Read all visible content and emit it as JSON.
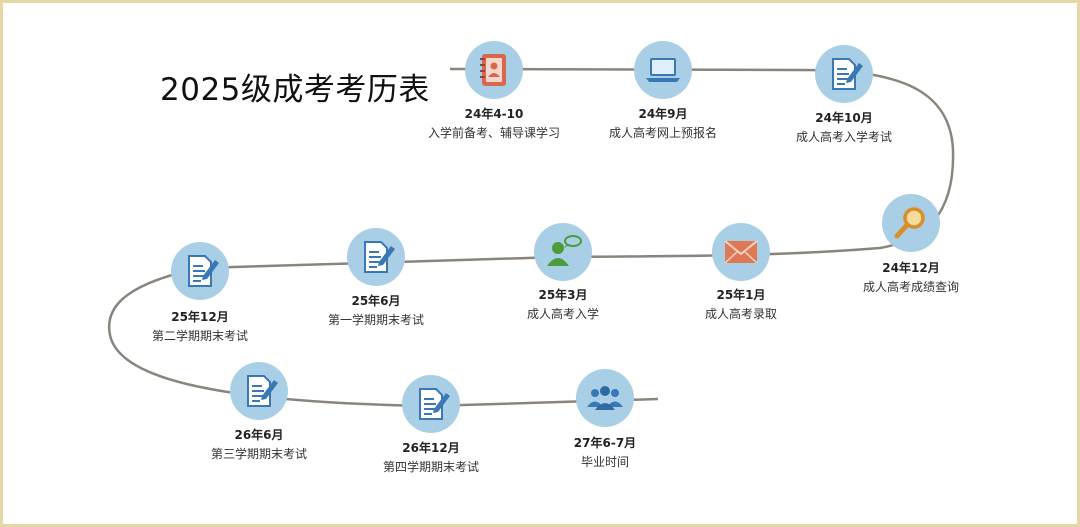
{
  "title": "2025级成考考历表",
  "milestones": [
    {
      "date": "24年4-10",
      "desc": "入学前备考、辅导课学习",
      "icon": "contact-book-icon"
    },
    {
      "date": "24年9月",
      "desc": "成人高考网上预报名",
      "icon": "laptop-icon"
    },
    {
      "date": "24年10月",
      "desc": "成人高考入学考试",
      "icon": "exam-paper-icon"
    },
    {
      "date": "24年12月",
      "desc": "成人高考成绩查询",
      "icon": "magnifier-icon"
    },
    {
      "date": "25年1月",
      "desc": "成人高考录取",
      "icon": "envelope-icon"
    },
    {
      "date": "25年3月",
      "desc": "成人高考入学",
      "icon": "person-chat-icon"
    },
    {
      "date": "25年6月",
      "desc": "第一学期期末考试",
      "icon": "exam-paper-icon"
    },
    {
      "date": "25年12月",
      "desc": "第二学期期末考试",
      "icon": "exam-paper-icon"
    },
    {
      "date": "26年6月",
      "desc": "第三学期期末考试",
      "icon": "exam-paper-icon"
    },
    {
      "date": "26年12月",
      "desc": "第四学期期末考试",
      "icon": "exam-paper-icon"
    },
    {
      "date": "27年6-7月",
      "desc": "毕业时间",
      "icon": "group-people-icon"
    }
  ],
  "colors": {
    "circle": "#a9cfe6",
    "path": "#8a847c",
    "frame": "#e6d8a6",
    "icon_blue": "#3a78b5"
  }
}
